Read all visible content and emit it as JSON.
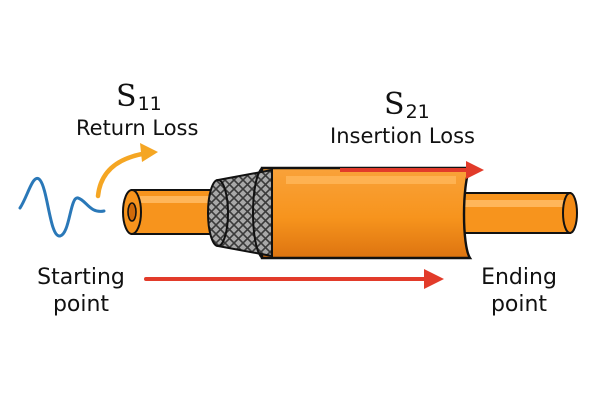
{
  "s11": {
    "symbol": "S",
    "subscript": "11",
    "caption": "Return Loss"
  },
  "s21": {
    "symbol": "S",
    "subscript": "21",
    "caption": "Insertion Loss"
  },
  "start": {
    "line1": "Starting",
    "line2": "point"
  },
  "end": {
    "line1": "Ending",
    "line2": "point"
  },
  "colors": {
    "signal_wave": "#2a78b8",
    "return_arrow": "#f5a623",
    "forward_arrow": "#e23b2a",
    "cable_orange": "#f7941d",
    "cable_dark": "#c9620a",
    "cable_light": "#ffb65a",
    "braid": "#9e9e9e",
    "outline": "#111111"
  },
  "icons": [
    "sine-wave-icon",
    "return-arrow-icon",
    "forward-arrow-icon",
    "braided-shield-icon"
  ]
}
